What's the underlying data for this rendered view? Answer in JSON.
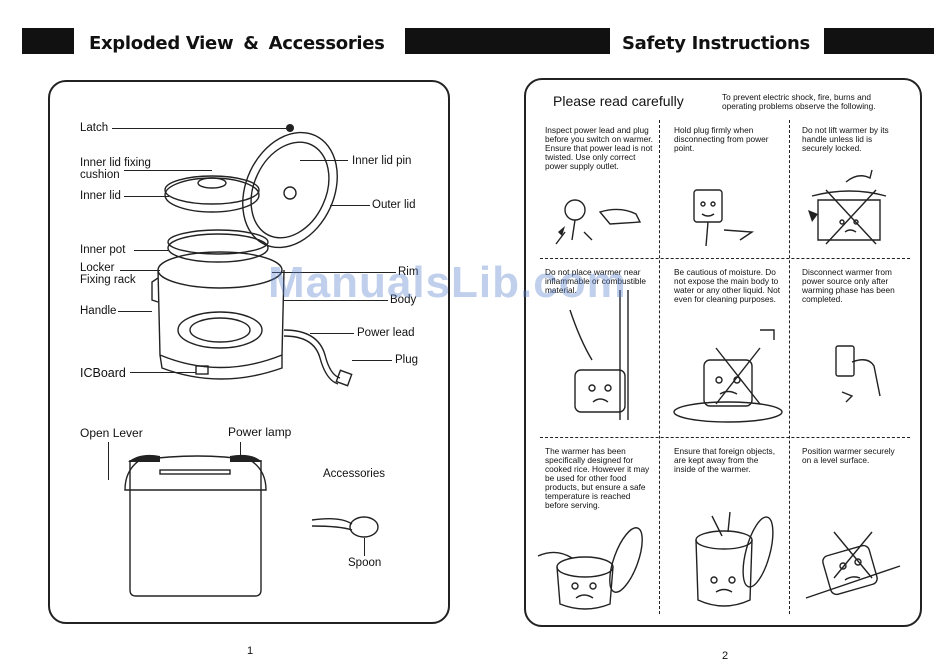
{
  "left_page": {
    "title_part1": "Exploded View",
    "title_amp": "&",
    "title_part2": "Accessories",
    "labels": {
      "latch": "Latch",
      "inner_lid_fixing_cushion": "Inner lid fixing cushion",
      "inner_lid": "Inner lid",
      "inner_pot": "Inner pot",
      "locker_fixing_rack": "Locker Fixing rack",
      "handle": "Handle",
      "icboard": "ICBoard",
      "inner_lid_pin": "Inner lid pin",
      "outer_lid": "Outer lid",
      "rim": "Rim",
      "body": "Body",
      "power_lead": "Power lead",
      "plug": "Plug",
      "open_lever": "Open Lever",
      "power_lamp": "Power lamp",
      "accessories": "Accessories",
      "spoon": "Spoon"
    },
    "page_number": "1"
  },
  "right_page": {
    "title": "Safety Instructions",
    "please_read": "Please read carefully",
    "intro": "To prevent electric shock, fire, burns and operating problems observe the following.",
    "cells": [
      "Inspect power lead and plug before you switch on warmer. Ensure that power lead is not twisted. Use only correct power supply outlet.",
      "Hold plug firmly when disconnecting from power point.",
      "Do not lift warmer by its handle unless lid is securely locked.",
      "Do not place warmer near inflammable or combustible material.",
      "Be cautious of moisture. Do not expose the main body to water or any other liquid. Not even for cleaning purposes.",
      "Disconnect warmer from power source only after warming phase has been completed.",
      "The warmer has been specifically designed for cooked rice. However it may be used for other food products, but ensure a safe temperature is reached before serving.",
      "Ensure that foreign objects, are kept away from the inside of the warmer.",
      "Position warmer securely on a level surface."
    ],
    "page_number": "2"
  },
  "watermark": "ManualsLib.com"
}
